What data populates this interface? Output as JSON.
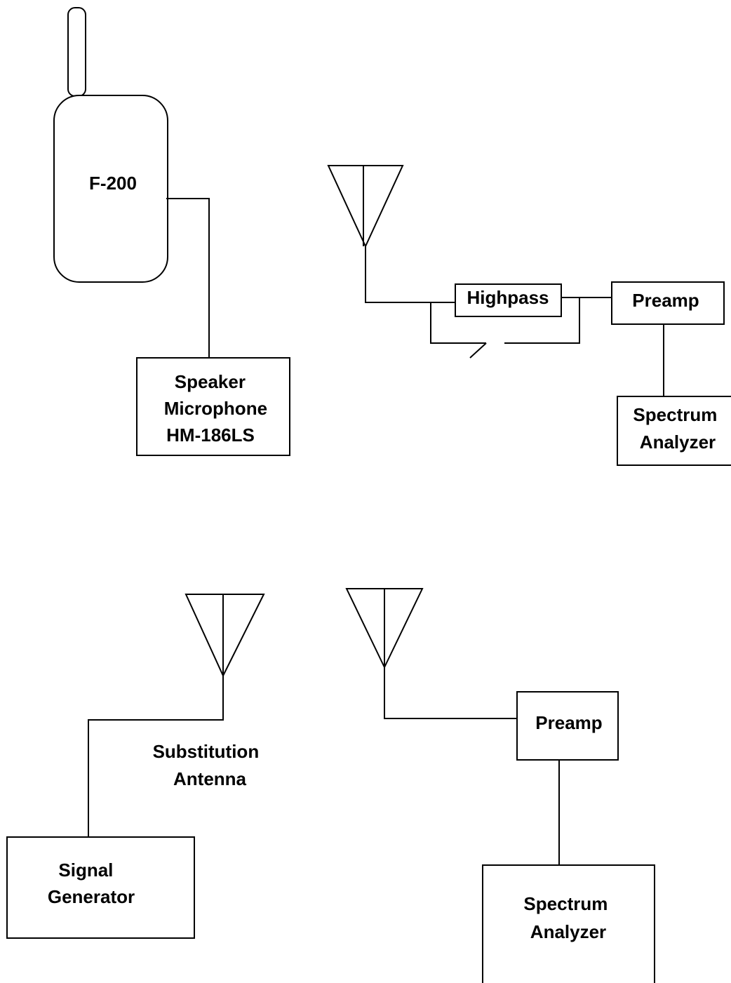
{
  "setup_1": {
    "radio_label": "F-200",
    "speaker_mic": [
      "Speaker",
      "Microphone",
      "HM-186LS"
    ],
    "highpass_label": "Highpass",
    "preamp_label": "Preamp",
    "analyzer": [
      "Spectrum",
      "Analyzer"
    ]
  },
  "setup_2": {
    "substitution_antenna": [
      "Substitution",
      "Antenna"
    ],
    "signal_generator": [
      "Signal",
      "Generator"
    ],
    "preamp_label": "Preamp",
    "analyzer": [
      "Spectrum",
      "Analyzer"
    ]
  }
}
